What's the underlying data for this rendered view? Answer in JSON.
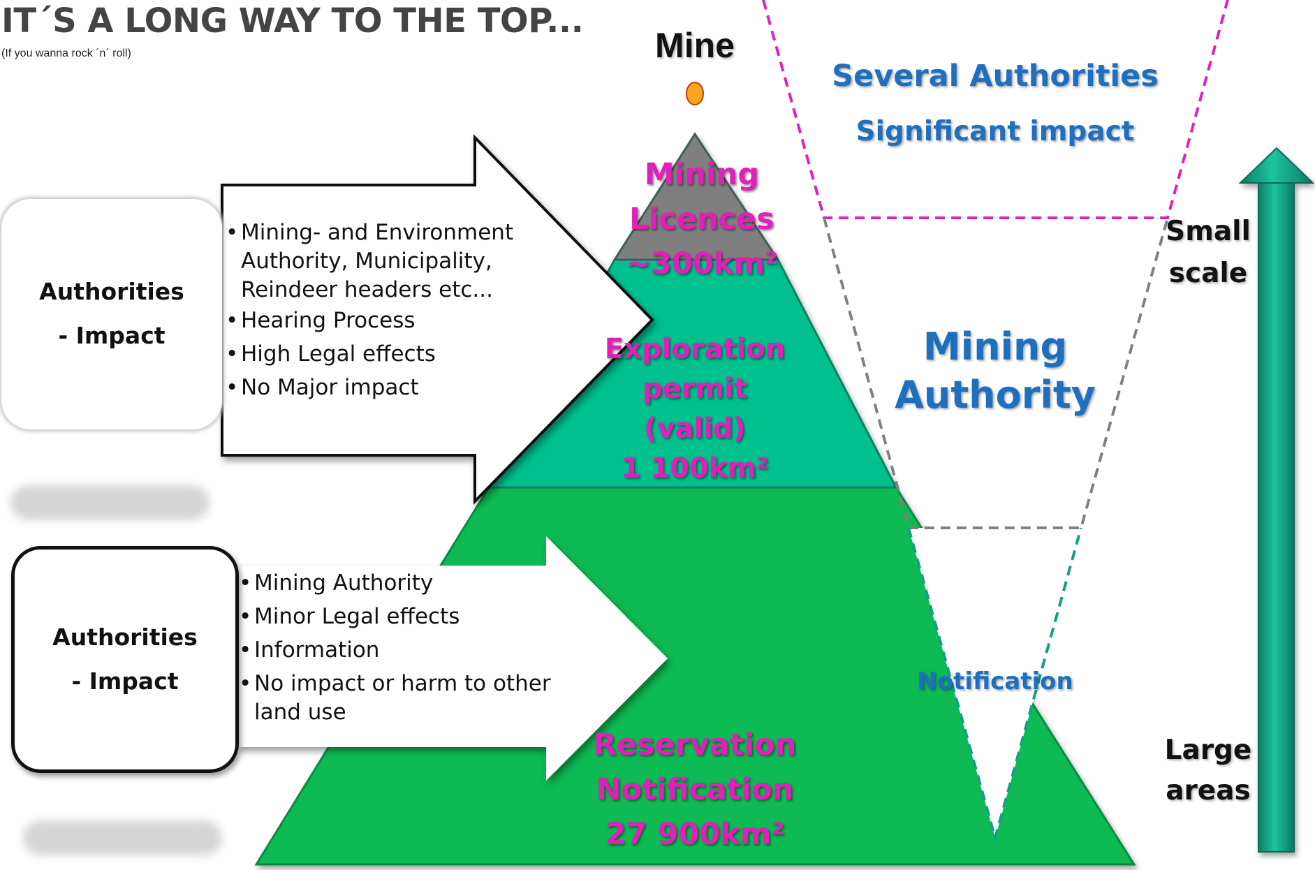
{
  "header": {
    "title": "IT´S A LONG WAY TO THE TOP...",
    "subtitle": "(If you wanna rock ´n´ roll)"
  },
  "summit": {
    "label": "Mine"
  },
  "pyramid": {
    "top_tier": {
      "lines": [
        "Mining",
        "Licences",
        "~300km²"
      ]
    },
    "middle_tier": {
      "lines": [
        "Exploration",
        "permit",
        "(valid)",
        "1 100km²"
      ]
    },
    "bottom_tier": {
      "lines": [
        "Reservation",
        "Notification",
        "27 900km²"
      ]
    }
  },
  "impact_panels": [
    {
      "card_lines": [
        "Authorities",
        "- Impact"
      ],
      "bullets": [
        "Mining- and Environment Authority, Municipality, Reindeer headers etc...",
        "Hearing Process",
        "High Legal effects",
        "No Major impact"
      ]
    },
    {
      "card_lines": [
        "Authorities",
        "- Impact"
      ],
      "bullets": [
        "Mining Authority",
        "Minor Legal effects",
        "Information",
        "No impact or harm to other land use"
      ]
    }
  ],
  "funnel": {
    "top_title": "Several Authorities",
    "top_subtitle": "Significant impact",
    "middle_lines": [
      "Mining",
      "Authority"
    ],
    "bottom_label": "Notification"
  },
  "scale_arrow": {
    "top_lines": [
      "Small",
      "scale"
    ],
    "bottom_lines": [
      "Large",
      "areas"
    ]
  },
  "colors": {
    "pyramid_top": "#7f7f7f",
    "pyramid_middle": "#05c08e",
    "pyramid_bottom": "#07ba53",
    "pink_text": "#e020b8",
    "blue_text": "#1f6fbf",
    "funnel_pink_dash": "#dd22bb",
    "funnel_gray_dash": "#808080",
    "funnel_green_dash": "#13a085",
    "arrow_green": "#16a58a",
    "summit_dot": "#f5a623"
  }
}
